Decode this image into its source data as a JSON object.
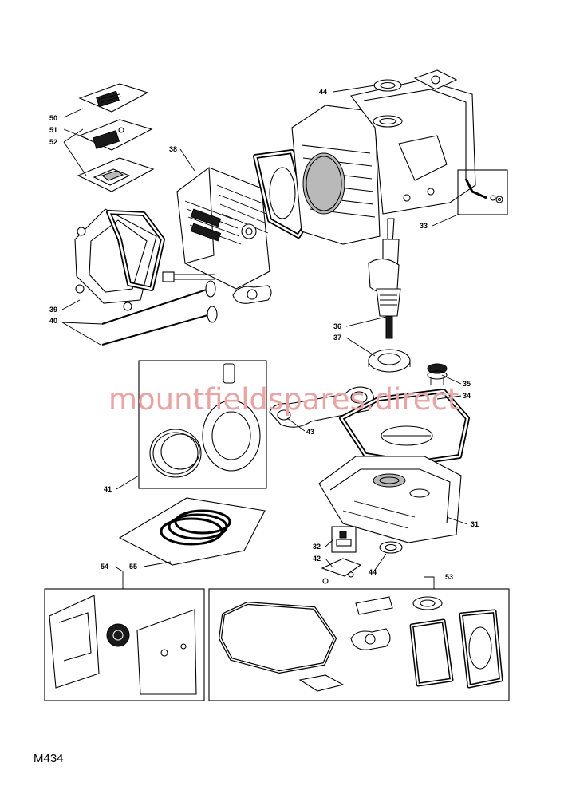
{
  "diagram": {
    "watermark": "mountfieldspares.direct",
    "code": "M434",
    "callouts": {
      "p31": "31",
      "p32": "32",
      "p33": "33",
      "p34": "34",
      "p35": "35",
      "p36": "36",
      "p37": "37",
      "p38": "38",
      "p39": "39",
      "p40": "40",
      "p41": "41",
      "p42": "42",
      "p43": "43",
      "p44a": "44",
      "p44b": "44",
      "p50": "50",
      "p51": "51",
      "p52": "52",
      "p53": "53",
      "p54": "54",
      "p55": "55"
    }
  }
}
